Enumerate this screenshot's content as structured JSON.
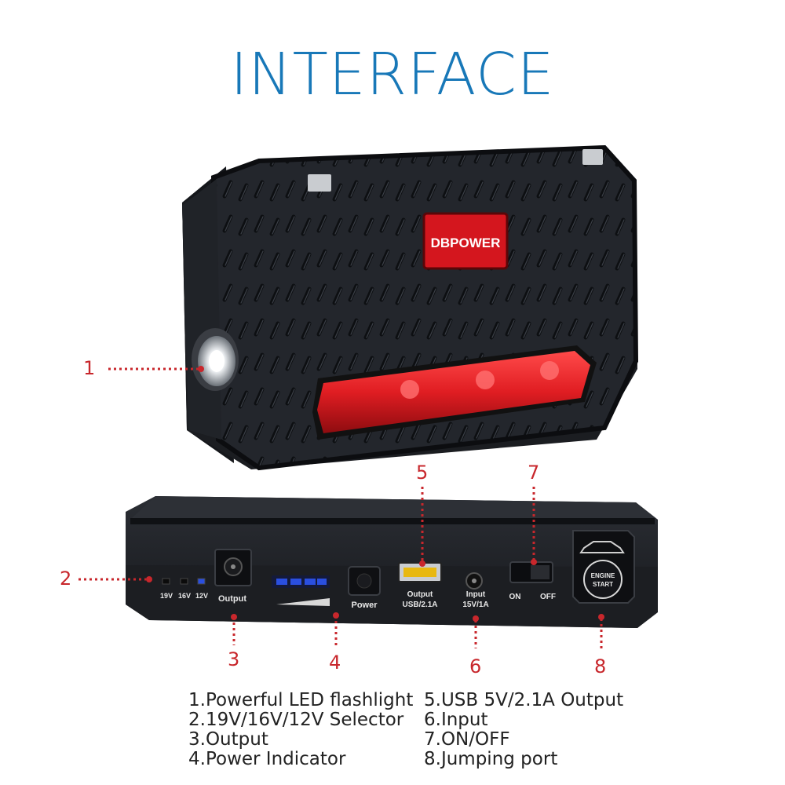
{
  "title": "INTERFACE",
  "brand": "DBPOWER",
  "device_labels": {
    "selector_19v": "19V",
    "selector_16v": "16V",
    "selector_12v": "12V",
    "output": "Output",
    "power": "Power",
    "usb_line1": "Output",
    "usb_line2": "USB/2.1A",
    "input_line1": "Input",
    "input_line2": "15V/1A",
    "on": "ON",
    "off": "OFF",
    "engine_line1": "ENGINE",
    "engine_line2": "START"
  },
  "callouts": [
    "1",
    "2",
    "3",
    "4",
    "5",
    "6",
    "7",
    "8"
  ],
  "legend_left": [
    "1.Powerful LED flashlight",
    "2.19V/16V/12V Selector",
    "3.Output",
    "4.Power Indicator"
  ],
  "legend_right": [
    "5.USB 5V/2.1A Output",
    "6.Input",
    "7.ON/OFF",
    "8.Jumping port"
  ],
  "colors": {
    "title": "#1878b8",
    "callout": "#c8272c",
    "brand_badge": "#d4161e",
    "tail_light": "#e01d22",
    "led": "#2a4fe0"
  }
}
